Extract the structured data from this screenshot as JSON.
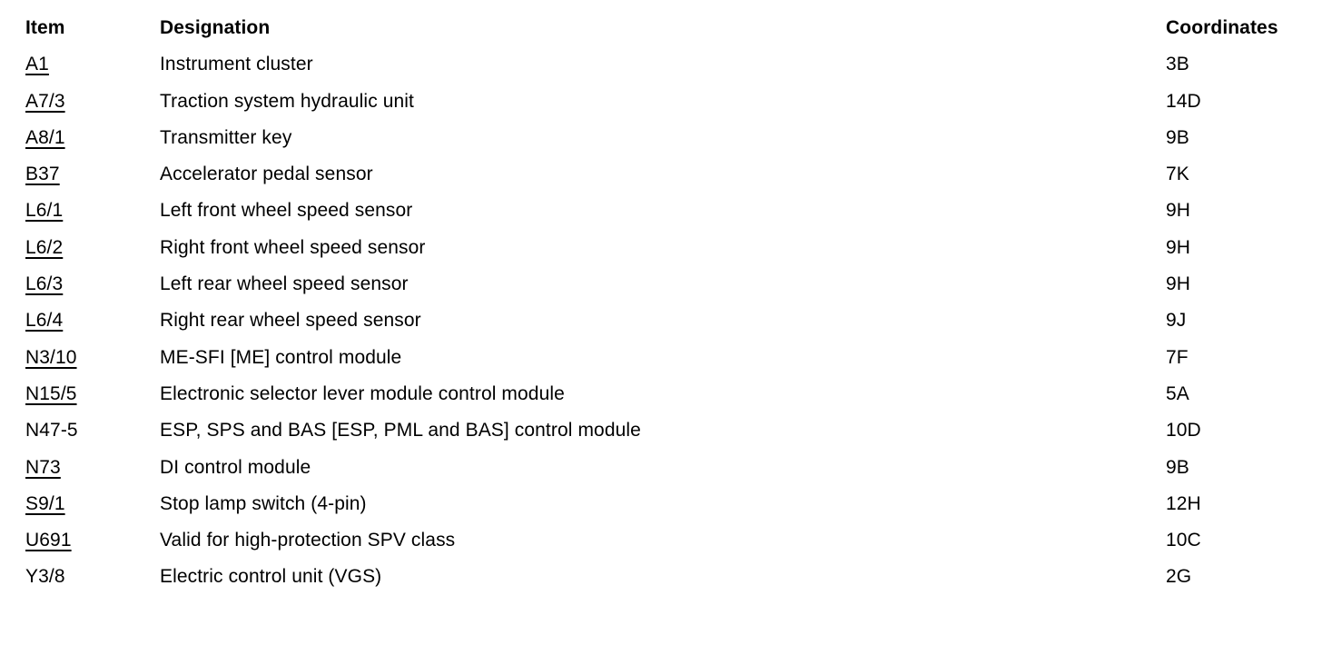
{
  "document": {
    "type": "component-legend-table",
    "background_color": "#ffffff",
    "text_color": "#000000"
  },
  "table": {
    "headers": {
      "item": "Item",
      "designation": "Designation",
      "coordinates": "Coordinates"
    },
    "rows": [
      {
        "item": "A1",
        "linked": true,
        "designation": "Instrument cluster",
        "coordinates": "3B"
      },
      {
        "item": "A7/3",
        "linked": true,
        "designation": "Traction system hydraulic unit",
        "coordinates": "14D"
      },
      {
        "item": "A8/1",
        "linked": true,
        "designation": "Transmitter key",
        "coordinates": "9B"
      },
      {
        "item": "B37",
        "linked": true,
        "designation": "Accelerator pedal sensor",
        "coordinates": "7K"
      },
      {
        "item": "L6/1",
        "linked": true,
        "designation": "Left front wheel speed sensor",
        "coordinates": "9H"
      },
      {
        "item": "L6/2",
        "linked": true,
        "designation": "Right front wheel speed sensor",
        "coordinates": "9H"
      },
      {
        "item": "L6/3",
        "linked": true,
        "designation": "Left rear wheel speed sensor",
        "coordinates": "9H"
      },
      {
        "item": "L6/4",
        "linked": true,
        "designation": "Right rear wheel speed sensor",
        "coordinates": "9J"
      },
      {
        "item": "N3/10",
        "linked": true,
        "designation": "ME-SFI [ME] control module",
        "coordinates": "7F"
      },
      {
        "item": "N15/5",
        "linked": true,
        "designation": "Electronic selector lever module control module",
        "coordinates": "5A"
      },
      {
        "item": "N47-5",
        "linked": false,
        "designation": "ESP, SPS and BAS [ESP, PML and BAS] control module",
        "coordinates": "10D"
      },
      {
        "item": "N73",
        "linked": true,
        "designation": "DI control module",
        "coordinates": "9B"
      },
      {
        "item": "S9/1",
        "linked": true,
        "designation": "Stop lamp switch (4-pin)",
        "coordinates": "12H"
      },
      {
        "item": "U691",
        "linked": true,
        "designation": "Valid for high-protection SPV class",
        "coordinates": "10C"
      },
      {
        "item": "Y3/8",
        "linked": false,
        "designation": "Electric control unit (VGS)",
        "coordinates": "2G"
      }
    ]
  }
}
